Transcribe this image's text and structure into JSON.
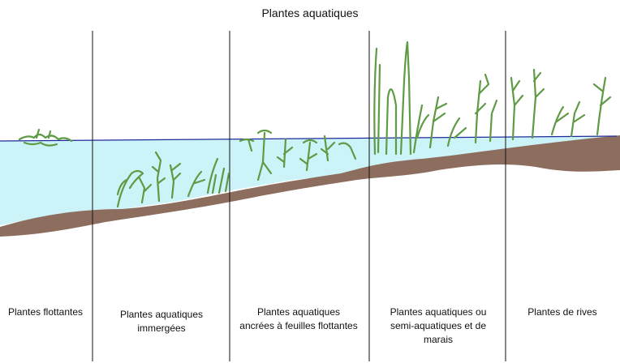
{
  "title": "Plantes aquatiques",
  "zones": [
    {
      "label_lines": [
        "Plantes flottantes"
      ]
    },
    {
      "label_lines": [
        "Plantes aquatiques",
        "immergées"
      ]
    },
    {
      "label_lines": [
        "Plantes aquatiques",
        "ancrées à feuilles flottantes"
      ]
    },
    {
      "label_lines": [
        "Plantes aquatiques ou",
        "semi-aquatiques et de",
        "marais"
      ]
    },
    {
      "label_lines": [
        "Plantes de rives"
      ]
    }
  ],
  "colors": {
    "water": "#ccf3f7",
    "ground": "#8d6e5e",
    "water_line": "#1f2a9a",
    "plant": "#5f9a45",
    "divider": "#111111"
  }
}
